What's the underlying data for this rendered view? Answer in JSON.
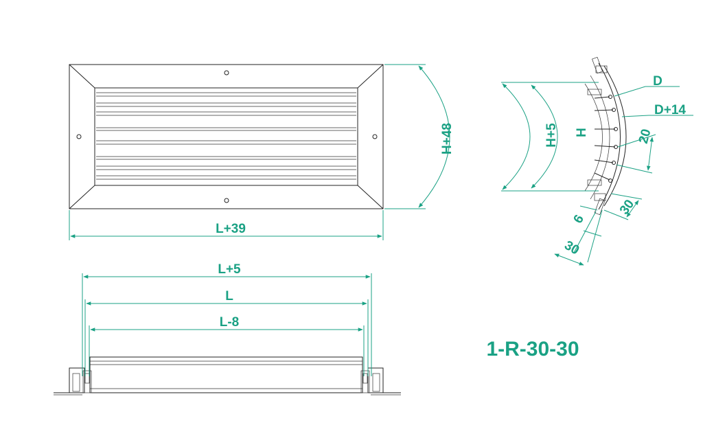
{
  "drawing": {
    "colors": {
      "dimension": "#1aa184",
      "outline": "#222222"
    },
    "front_view": {
      "width_label": "L+39",
      "height_label": "H+48"
    },
    "side_view": {
      "d_label": "D",
      "d14_label": "D+14",
      "h_label": "H",
      "h5_label": "H+5",
      "pitch_label": "20",
      "angle_top_label": "30",
      "angle_bottom_label": "30",
      "flange_label": "6"
    },
    "bottom_view": {
      "l5_label": "L+5",
      "l_label": "L",
      "l8_label": "L-8"
    },
    "model_code": "1-R-30-30"
  }
}
